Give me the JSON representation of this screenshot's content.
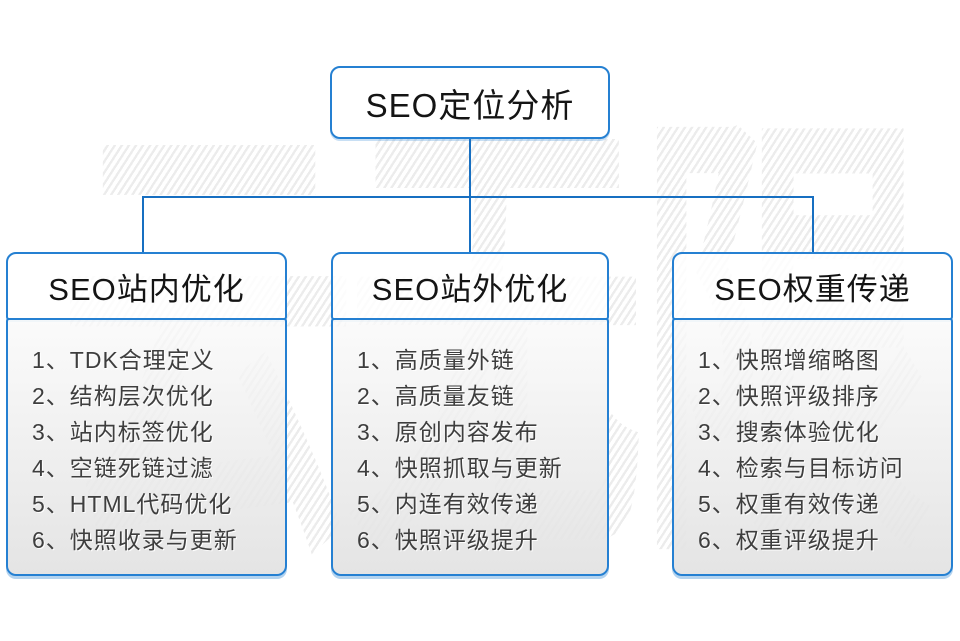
{
  "diagram": {
    "root": {
      "label": "SEO定位分析"
    },
    "branches": [
      {
        "title": "SEO站内优化",
        "items": [
          "1、TDK合理定义",
          "2、结构层次优化",
          "3、站内标签优化",
          "4、空链死链过滤",
          "5、HTML代码优化",
          "6、快照收录与更新"
        ]
      },
      {
        "title": "SEO站外优化",
        "items": [
          "1、高质量外链",
          "2、高质量友链",
          "3、原创内容发布",
          "4、快照抓取与更新",
          "5、内连有效传递",
          "6、快照评级提升"
        ]
      },
      {
        "title": "SEO权重传递",
        "items": [
          "1、快照增缩略图",
          "2、快照评级排序",
          "3、搜索体验优化",
          "4、检索与目标访问",
          "5、权重有效传递",
          "6、权重评级提升"
        ]
      }
    ],
    "watermark": "云无限",
    "colors": {
      "box_border": "#2580d2",
      "connector_line": "#176fc1",
      "header_text": "#141414",
      "item_text": "#3e3e3e",
      "list_background_top": "#fafafa",
      "list_background_bottom": "#e2e2e2"
    }
  }
}
